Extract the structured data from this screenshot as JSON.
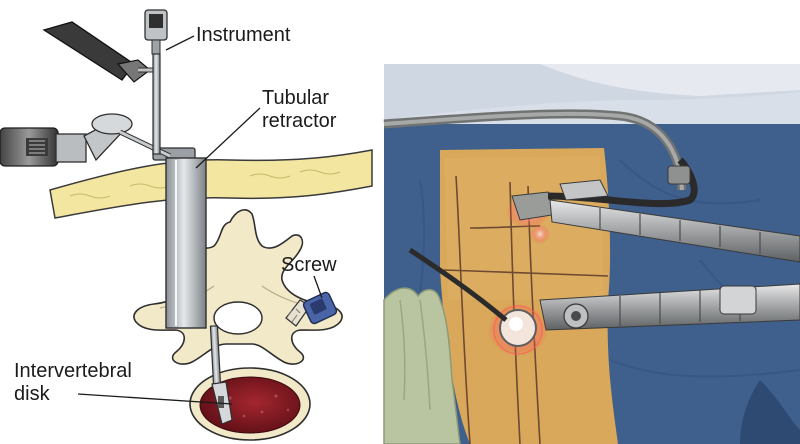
{
  "labels": {
    "instrument": "Instrument",
    "tubular_retractor_line1": "Tubular",
    "tubular_retractor_line2": "retractor",
    "screw": "Screw",
    "intervertebral_disk_line1": "Intervertebral",
    "intervertebral_disk_line2": "disk"
  },
  "colors": {
    "fat_layer": "#f2e6a0",
    "bone": "#f1e9c8",
    "disk": "#8a1c24",
    "retractor_metal": "#a9aeb2",
    "drape": "#3f5f8c",
    "skin": "#d9a85a",
    "glove": "#b9c4a0",
    "screw_blue": "#4a64a8"
  }
}
